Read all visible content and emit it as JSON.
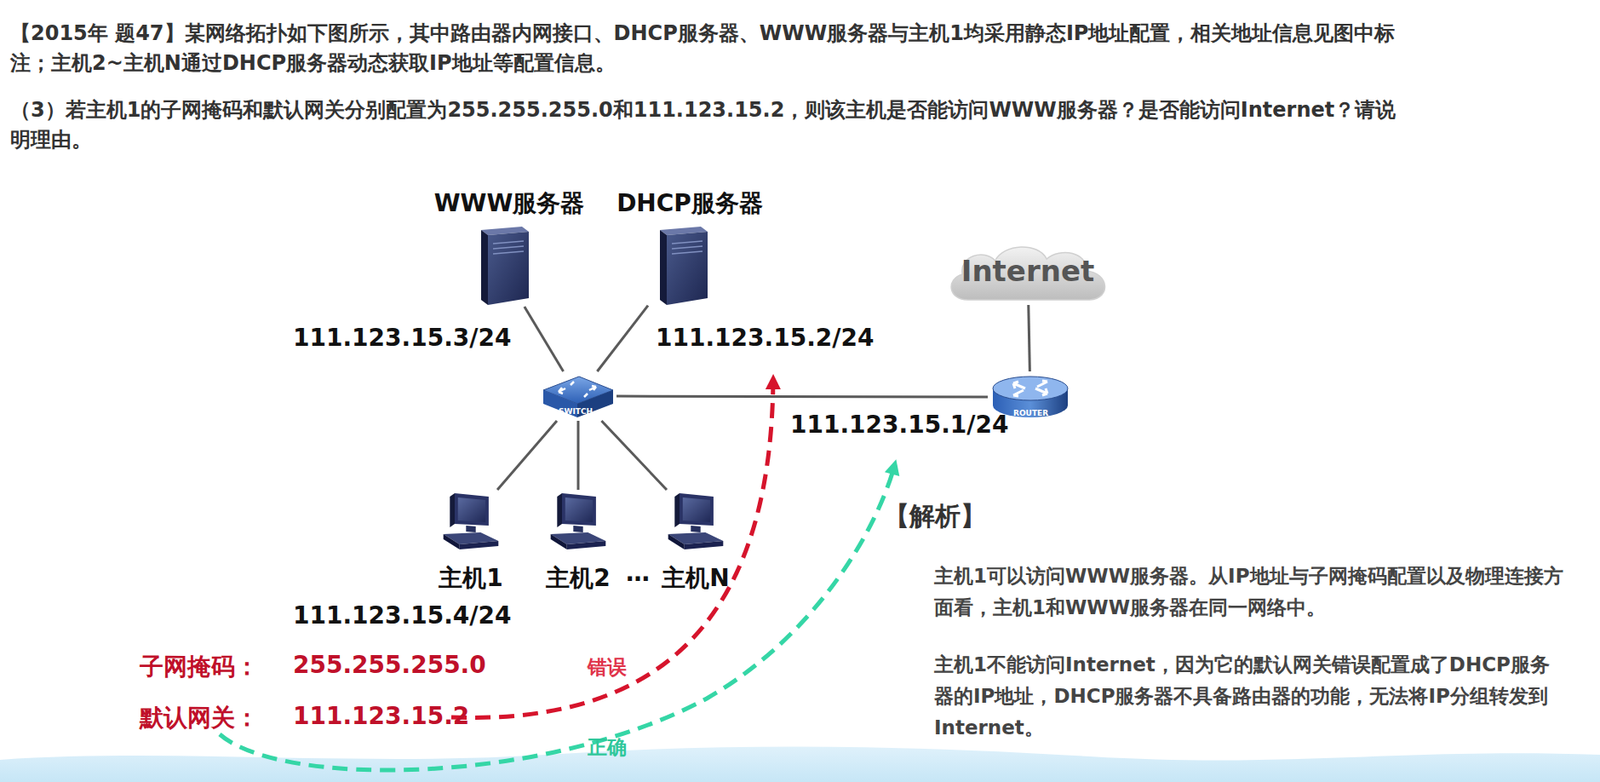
{
  "diagram": {
    "title": "【2015年 题47】某网络拓扑如下图所示，其中路由器内网接口、DHCP服务器、WWW服务器与主机1均采用静态IP地址配置，相关地址信息见图中标注；主机2~主机N通过DHCP服务器动态获取IP地址等配置信息。",
    "nodes": [
      {
        "text": [
          "WWW服务器",
          "111.123.15.3/24"
        ]
      },
      {
        "text": [
          "DHCP服务器",
          "111.123.15.2/24"
        ]
      },
      {
        "text": [
          "Internet"
        ]
      },
      {
        "text": [
          "SWITCH"
        ]
      },
      {
        "text": [
          "ROUTER",
          "111.123.15.1/24"
        ]
      },
      {
        "text": [
          "主机1",
          "111.123.15.4/24"
        ]
      },
      {
        "text": [
          "主机2"
        ]
      },
      {
        "text": [
          "主机N"
        ]
      }
    ],
    "edges": [
      {
        "from": 3,
        "to": 0,
        "arrow": "none"
      },
      {
        "from": 3,
        "to": 1,
        "arrow": "none"
      },
      {
        "from": 3,
        "to": 4,
        "arrow": "none"
      },
      {
        "from": 4,
        "to": 2,
        "arrow": "none"
      },
      {
        "from": 3,
        "to": 5,
        "arrow": "none"
      },
      {
        "from": 3,
        "to": 6,
        "arrow": "none"
      },
      {
        "from": 3,
        "to": 7,
        "arrow": "none"
      }
    ],
    "labels": [
      "（3）若主机1的子网掩码和默认网关分别配置为255.255.255.0和111.123.15.2，则该主机是否能访问WWW服务器？是否能访问Internet？请说明理由。",
      "…",
      "子网掩码：",
      "255.255.255.0",
      "默认网关：",
      "111.123.15.2",
      "错误",
      "正确",
      "【解析】",
      "主机1可以访问WWW服务器。从IP地址与子网掩码配置以及物理连接方面看，主机1和WWW服务器在同一网络中。",
      "主机1不能访问Internet，因为它的默认网关错误配置成了DHCP服务器的IP地址，DHCP服务器不具备路由器的功能，无法将IP分组转发到Internet。"
    ]
  }
}
